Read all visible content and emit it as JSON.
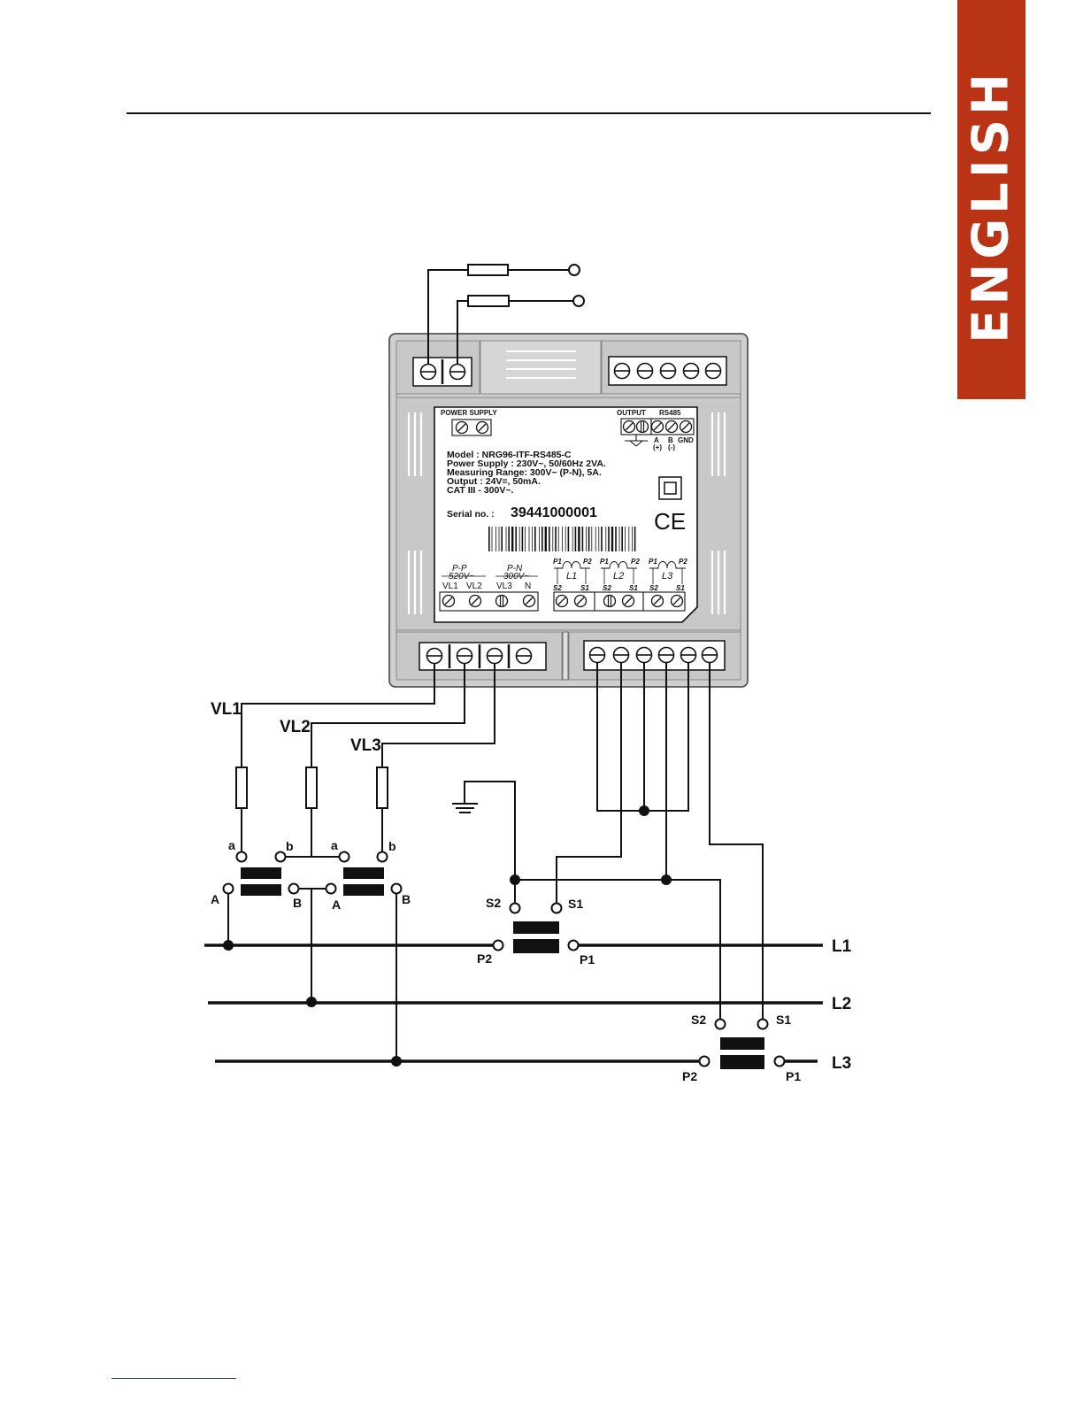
{
  "side_tab": {
    "label": "ENGLISH",
    "color": "#b93415"
  },
  "device": {
    "power_supply_label": "POWER SUPPLY",
    "output_label": "OUTPUT",
    "rs485_label": "RS485",
    "rs485_a": "A",
    "rs485_a_sign": "(+)",
    "rs485_b": "B",
    "rs485_b_sign": "(-)",
    "rs485_gnd": "GND",
    "spec_model": "Model : NRG96-ITF-RS485-C",
    "spec_power": "Power Supply : 230V~, 50/60Hz 2VA.",
    "spec_range": "Measuring Range: 300V~ (P-N), 5A.",
    "spec_output": "Output : 24V=, 50mA.",
    "spec_cat": "CAT III - 300V~.",
    "serial_label": "Serial no. :",
    "serial_value": "39441000001",
    "ce_mark": "CE",
    "pp_label": "P-P",
    "pp_value": "520V~",
    "pn_label": "P-N",
    "pn_value": "300V~",
    "terminal_vl1": "VL1",
    "terminal_vl2": "VL2",
    "terminal_vl3": "VL3",
    "terminal_n": "N",
    "ct_p1": "P1",
    "ct_p2": "P2",
    "ct_s1": "S1",
    "ct_s2": "S2",
    "ct_l1": "L1",
    "ct_l2": "L2",
    "ct_l3": "L3"
  },
  "wiring": {
    "vl1": "VL1",
    "vl2": "VL2",
    "vl3": "VL3",
    "vt_a": "a",
    "vt_b": "b",
    "vt_A": "A",
    "vt_B": "B",
    "s1": "S1",
    "s2": "S2",
    "p1": "P1",
    "p2": "P2",
    "line1": "L1",
    "line2": "L2",
    "line3": "L3"
  }
}
